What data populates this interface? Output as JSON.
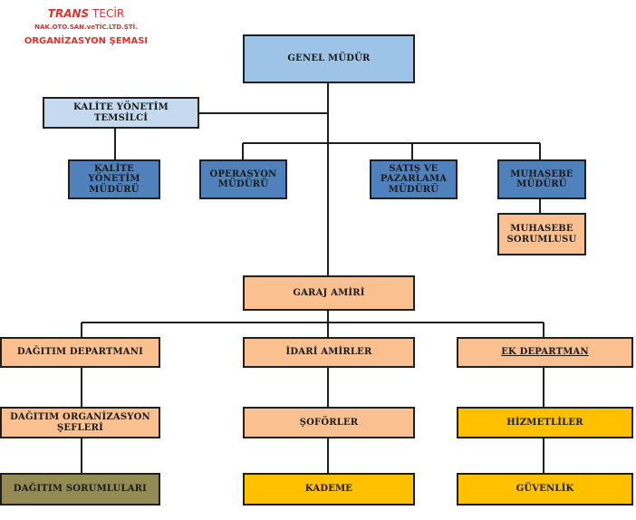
{
  "header": {
    "brand_italic": "TRANS",
    "brand_rest": "TECİR",
    "company": "NAK.OTO.SAN.veTİC.LTD.ŞTİ.",
    "title": "ORGANİZASYON ŞEMASI"
  },
  "colors": {
    "header_red": "#e0312b",
    "light_blue": "#9dc3e6",
    "pale_blue": "#c5d9ef",
    "mid_blue": "#4f81bd",
    "peach": "#fac090",
    "gold": "#ffc000",
    "olive": "#948a54"
  },
  "nodes": {
    "genel_mudur": "GENEL MÜDÜR",
    "kalite_temsilci": "KALİTE YÖNETİM TEMSİLCİ",
    "kalite_mudur": "KALİTE YÖNETİM MÜDÜRÜ",
    "operasyon": "OPERASYON MÜDÜRÜ",
    "satis": "SATIŞ VE PAZARLAMA MÜDÜRÜ",
    "muhasebe_mudur": "MUHASEBE MÜDÜRÜ",
    "muhasebe_sorumlu": "MUHASEBE SORUMLUSU",
    "garaj_amiri": "GARAJ AMİRİ",
    "dagitim_departmani": "DAĞITIM DEPARTMANI",
    "idari_amirler": "İDARİ AMİRLER",
    "ek_departman": "EK DEPARTMAN",
    "dagitim_sefleri": "DAĞITIM ORGANİZASYON ŞEFLERİ",
    "soforler": "ŞOFÖRLER",
    "hizmetliler": "HİZMETLİLER",
    "dagitim_sorumlulari": "DAĞITIM SORUMLULARI",
    "kademe": "KADEME",
    "guvenlik": "GÜVENLİK"
  }
}
